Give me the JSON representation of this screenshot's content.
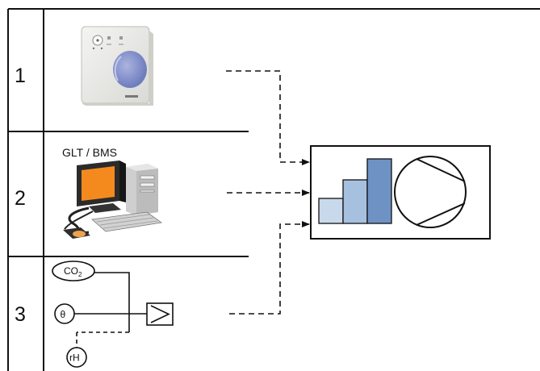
{
  "rows": [
    {
      "number": "1",
      "label": ""
    },
    {
      "number": "2",
      "label": "GLT / BMS"
    },
    {
      "number": "3",
      "label": ""
    }
  ],
  "sensors": {
    "co2": {
      "text": "CO",
      "sub": "2"
    },
    "temperature": "θ",
    "humidity": "rH"
  },
  "colors": {
    "line": "#111111",
    "bar_light": "#c9d9ec",
    "bar_mid": "#a6c0df",
    "bar_dark": "#6f92c4",
    "monitor_screen": "#f48a1e",
    "thermostat_knob": "#8e9bd0"
  }
}
